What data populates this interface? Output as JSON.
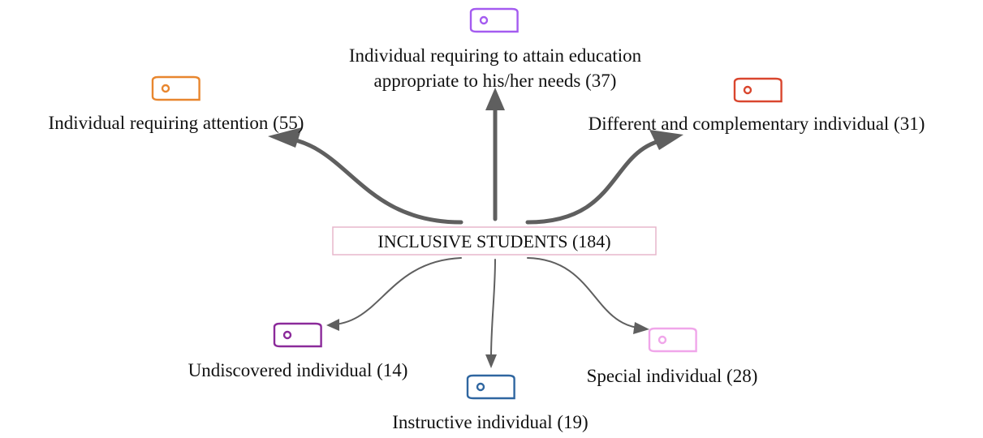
{
  "center": {
    "label": "INCLUSIVE STUDENTS (184)",
    "border_color": "#e7b7cc"
  },
  "nodes": [
    {
      "id": "top",
      "lines": [
        "Individual requiring to attain education",
        "appropriate to his/her needs (37)"
      ],
      "icon_color": "#a45bf0",
      "icon": "tag-icon"
    },
    {
      "id": "top-left",
      "lines": [
        "Individual requiring attention (55)"
      ],
      "icon_color": "#e8862e",
      "icon": "tag-icon"
    },
    {
      "id": "top-right",
      "lines": [
        "Different and complementary individual (31)"
      ],
      "icon_color": "#d9462e",
      "icon": "tag-icon"
    },
    {
      "id": "bottom-left",
      "lines": [
        "Undiscovered individual (14)"
      ],
      "icon_color": "#8b2a9a",
      "icon": "tag-icon"
    },
    {
      "id": "bottom",
      "lines": [
        "Instructive individual (19)"
      ],
      "icon_color": "#2f66a0",
      "icon": "tag-icon"
    },
    {
      "id": "bottom-right",
      "lines": [
        "Special individual (28)"
      ],
      "icon_color": "#f0a6ea",
      "icon": "tag-icon"
    }
  ],
  "edge_color": "#5f5f5f"
}
